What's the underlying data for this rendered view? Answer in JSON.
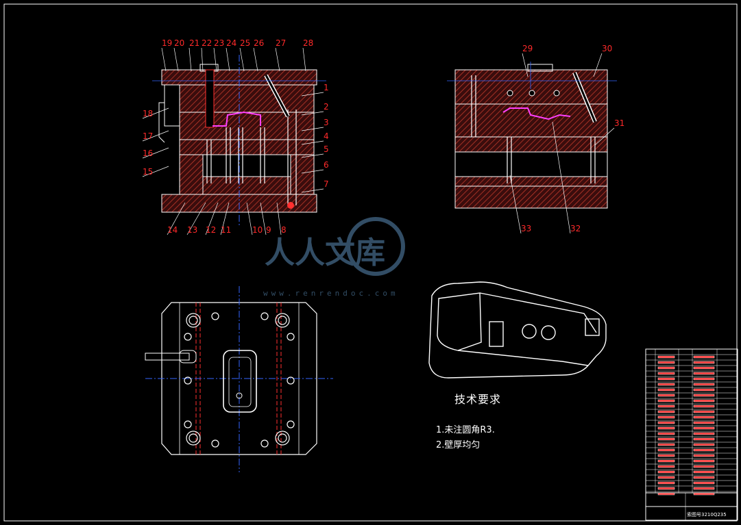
{
  "labels_top_left": [
    "19",
    "20",
    "21",
    "22",
    "23",
    "24",
    "25",
    "26",
    "27",
    "28"
  ],
  "labels_right": [
    "1",
    "2",
    "3",
    "4",
    "5",
    "6",
    "7"
  ],
  "labels_left": [
    "18",
    "17",
    "16",
    "15"
  ],
  "labels_bottom": [
    "14",
    "13",
    "12",
    "11",
    "10",
    "9",
    "8"
  ],
  "labels_view2_top": [
    "29",
    "30"
  ],
  "labels_view2_right": [
    "31"
  ],
  "labels_view2_bottom": [
    "33",
    "32"
  ],
  "watermark": {
    "text": "人人文库",
    "url": "www.renrendoc.com"
  },
  "tech": {
    "title": "技术要求",
    "line1": "1.未注圆角R3.",
    "line2": "2.壁厚均匀"
  },
  "title_block": {
    "drawing_no": "索图号3210Q235"
  },
  "colors": {
    "hatch": "#c0392b",
    "outline": "#ffffff",
    "center": "#3366ff",
    "label": "#ff2a2a",
    "part": "#ff40ff"
  }
}
